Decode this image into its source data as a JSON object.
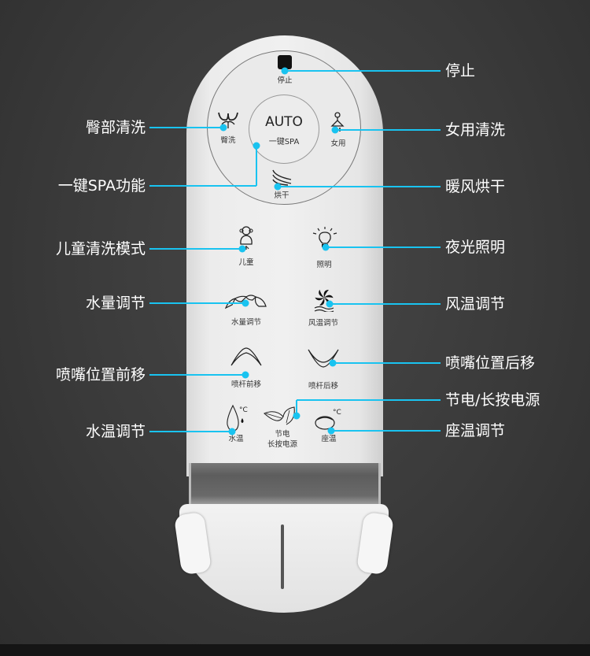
{
  "remote": {
    "auto_label": "AUTO",
    "spa_label": "一键SPA",
    "buttons": {
      "stop": "停止",
      "rear_wash": "臀洗",
      "female_wash": "女用",
      "dry": "烘干",
      "child": "儿童",
      "light": "照明",
      "water_volume": "水量调节",
      "air_temp": "风温调节",
      "nozzle_forward": "喷杆前移",
      "nozzle_back": "喷杆后移",
      "water_temp": "水温",
      "power_line1": "节电",
      "power_line2": "长按电源",
      "seat_temp": "座温"
    }
  },
  "callouts": {
    "stop": "停止",
    "rear_wash": "臀部清洗",
    "female_wash": "女用清洗",
    "spa": "一键SPA功能",
    "dry": "暖风烘干",
    "child": "儿童清洗模式",
    "light": "夜光照明",
    "water_volume": "水量调节",
    "air_temp": "风温调节",
    "nozzle_forward": "喷嘴位置前移",
    "nozzle_back": "喷嘴位置后移",
    "power": "节电/长按电源",
    "water_temp": "水温调节",
    "seat_temp": "座温调节"
  },
  "colors": {
    "callout": "#19c3f0",
    "background": "#3a3a3a"
  }
}
